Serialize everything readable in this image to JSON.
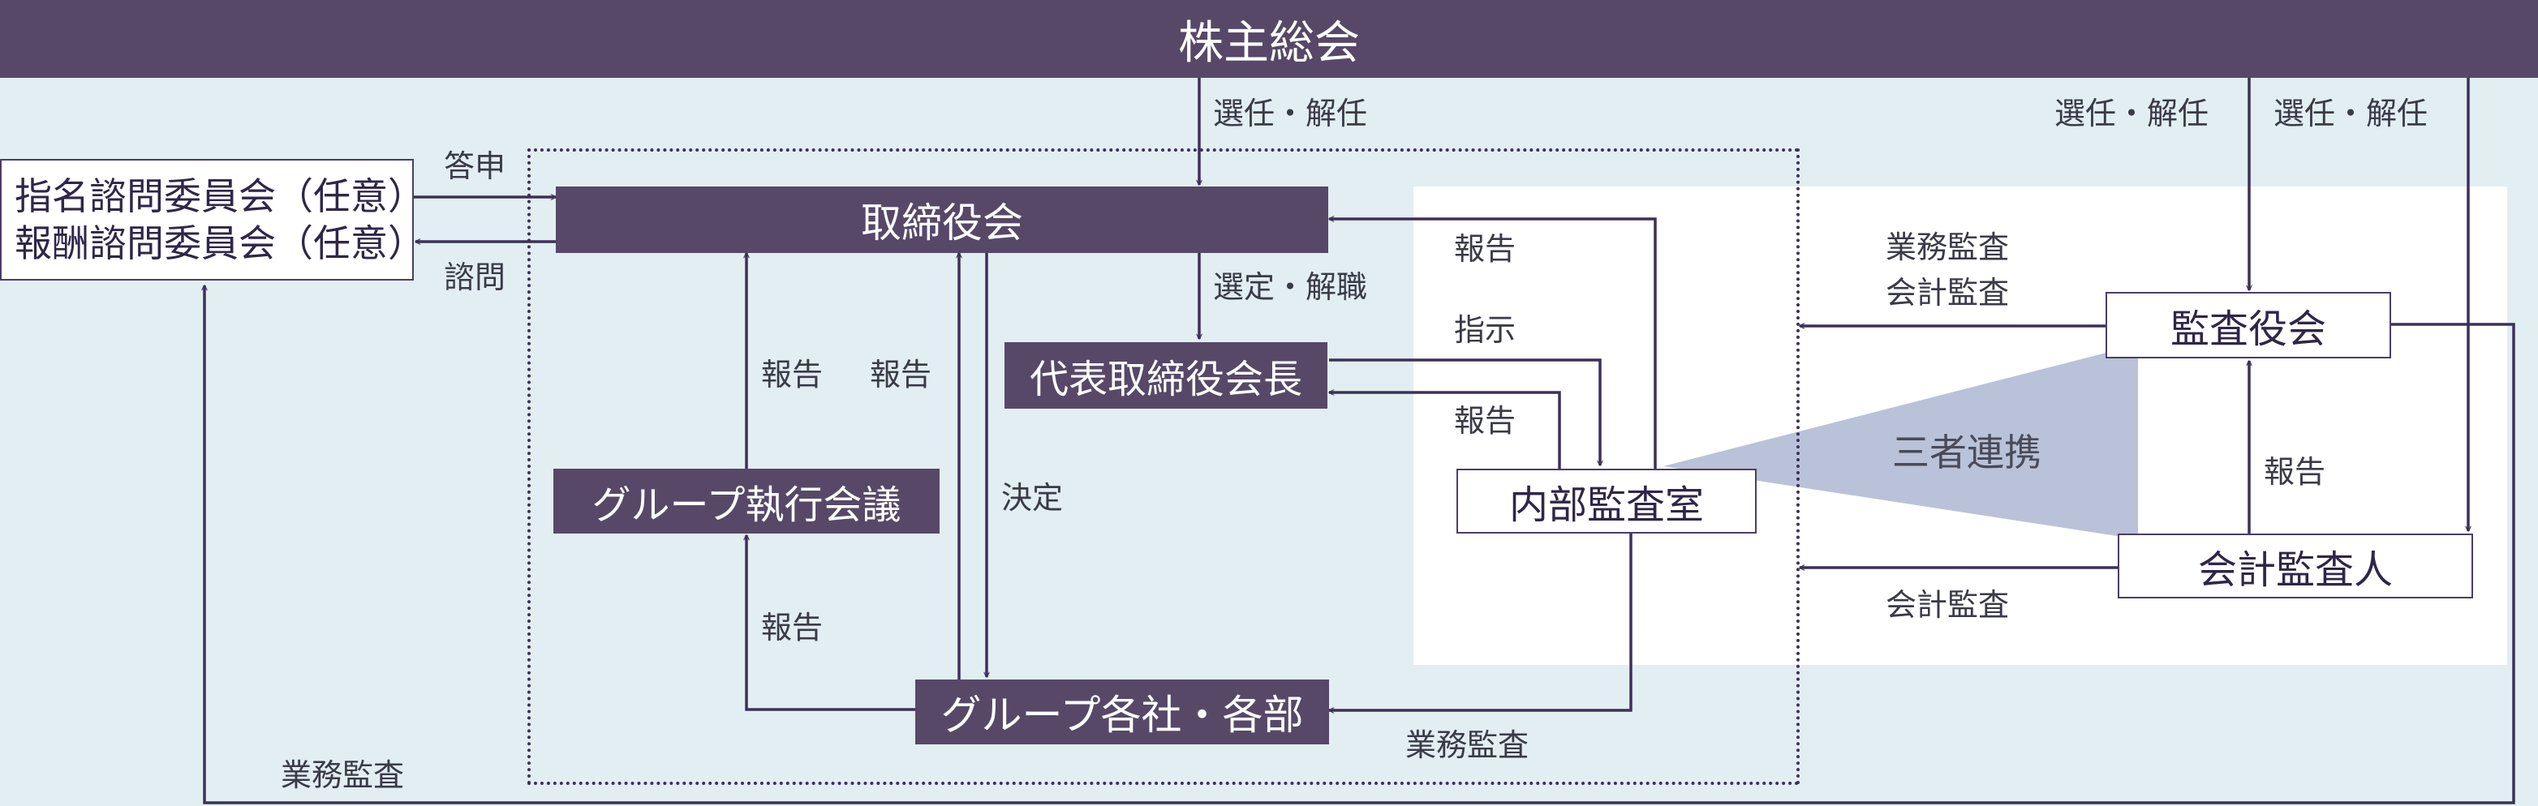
{
  "top": {
    "title": "株主総会"
  },
  "boxes": {
    "committees": [
      "指名諮問委員会（任意）",
      "報酬諮問委員会（任意）"
    ],
    "board": "取締役会",
    "ceo": "代表取締役会長",
    "group_exec": "グループ執行会議",
    "group_companies": "グループ各社・各部",
    "internal_audit": "内部監査室",
    "audit_board": "監査役会",
    "accounting_auditor": "会計監査人"
  },
  "labels": {
    "appoint_dismiss": "選任・解任",
    "select_dismiss": "選定・解職",
    "report": "報告",
    "instruct": "指示",
    "decide": "決定",
    "consult_answer": "答申",
    "consult": "諮問",
    "business_audit": "業務監査",
    "accounting_audit": "会計監査",
    "three_party": "三者連携"
  },
  "colors": {
    "dark_fill": "#574868",
    "line": "#3c3058",
    "background": "#e2eef1",
    "panel": "#ffffff",
    "triangle": "#b9c2d8"
  }
}
